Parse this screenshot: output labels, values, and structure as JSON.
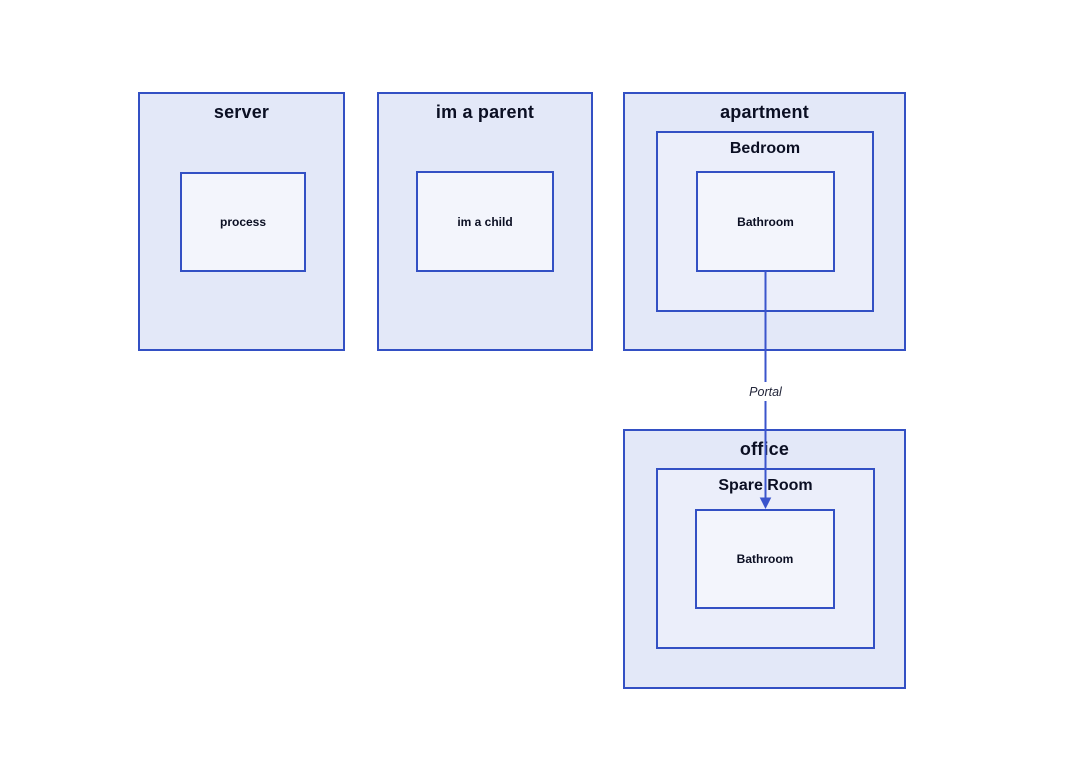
{
  "diagram": {
    "colors": {
      "border": "#3350c4",
      "edge": "#3b55cc",
      "container_fill": "#e3e8f8",
      "subcontainer_fill": "#ebeefa",
      "leaf_fill": "#f3f5fc",
      "text": "#0b0f23",
      "background": "#ffffff"
    },
    "nodes": {
      "server": {
        "label": "server"
      },
      "process": {
        "label": "process"
      },
      "parent": {
        "label": "im a parent"
      },
      "child": {
        "label": "im a child"
      },
      "apartment": {
        "label": "apartment"
      },
      "bedroom": {
        "label": "Bedroom"
      },
      "apartment_bathroom": {
        "label": "Bathroom"
      },
      "office": {
        "label": "office"
      },
      "spare_room": {
        "label": "Spare Room"
      },
      "office_bathroom": {
        "label": "Bathroom"
      }
    },
    "edges": [
      {
        "label": "Portal",
        "from": "apartment / Bedroom / Bathroom",
        "to": "office / Spare Room / Bathroom",
        "direction": "down"
      }
    ]
  }
}
